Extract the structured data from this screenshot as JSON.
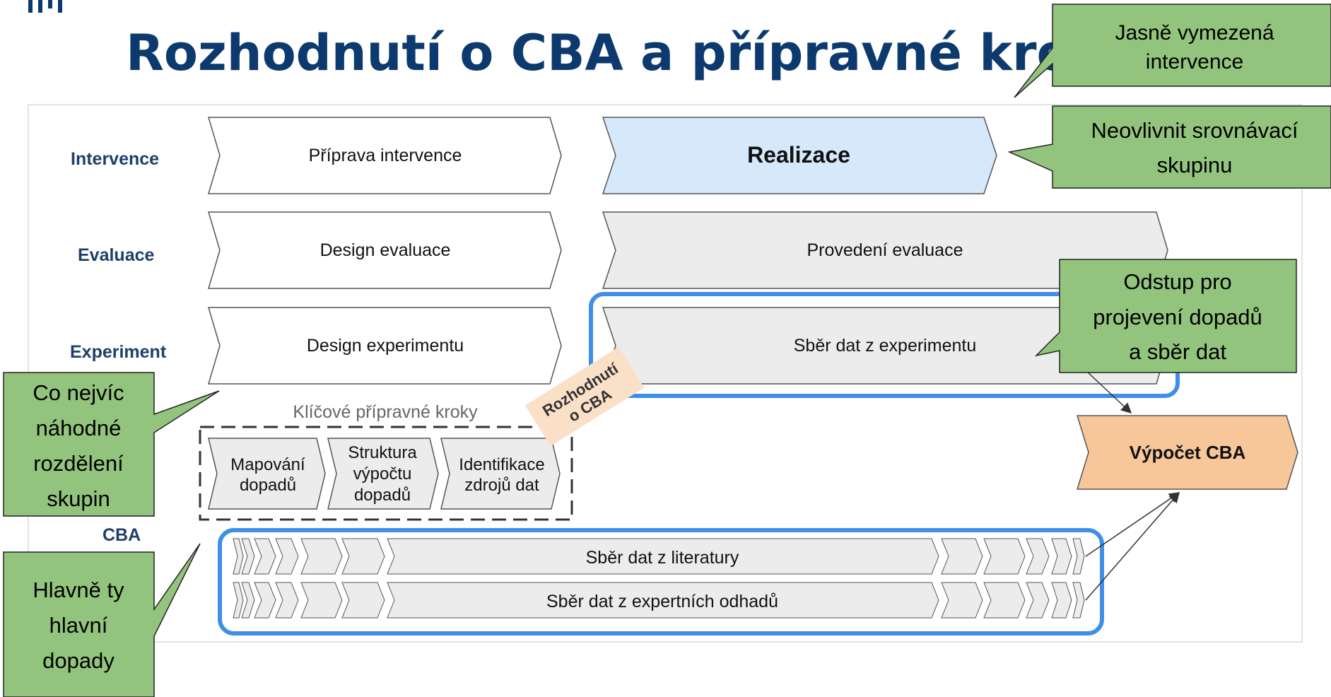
{
  "title": "Rozhodnutí o CBA a přípravné kroky",
  "row_labels": {
    "intervence": "Intervence",
    "evaluace": "Evaluace",
    "experiment": "Experiment",
    "cba": "CBA"
  },
  "chevrons": {
    "priprava_intervence": "Příprava intervence",
    "realizace": "Realizace",
    "design_evaluace": "Design evaluace",
    "provedeni_evaluace": "Provedení evaluace",
    "design_experimentu": "Design experimentu",
    "sber_dat_experiment": "Sběr dat z experimentu",
    "vypocet_cba": "Výpočet CBA",
    "sber_dat_literatury": "Sběr dat z literatury",
    "sber_dat_expertnich": "Sběr dat z expertních odhadů"
  },
  "key_steps": {
    "heading": "Klíčové přípravné kroky",
    "mapovani": [
      "Mapování",
      "dopadů"
    ],
    "struktura": [
      "Struktura",
      "výpočtu",
      "dopadů"
    ],
    "identifikace": [
      "Identifikace",
      "zdrojů dat"
    ]
  },
  "decision_tag": [
    "Rozhodnutí",
    "o CBA"
  ],
  "callouts": {
    "jasne": [
      "Jasně vymezená",
      "intervence"
    ],
    "neovlivnit": [
      "Neovlivnit srovnávací",
      "skupinu"
    ],
    "odstup": [
      "Odstup pro",
      "projevení dopadů",
      "a sběr dat"
    ],
    "nahodne": [
      "Co nejvíc",
      "náhodné",
      "rozdělení",
      "skupin"
    ],
    "hlavne": [
      "Hlavně ty",
      "hlavní",
      "dopady"
    ]
  },
  "colors": {
    "title": "#0d3a6e",
    "realizace_fill": "#d6e9fb",
    "vypocet_fill": "#f7c79a",
    "callout_fill": "#93c47d",
    "highlight_stroke": "#3f8ee8",
    "chevron_fill": "#ececec",
    "decision_tag_fill": "#fbe0c8"
  }
}
